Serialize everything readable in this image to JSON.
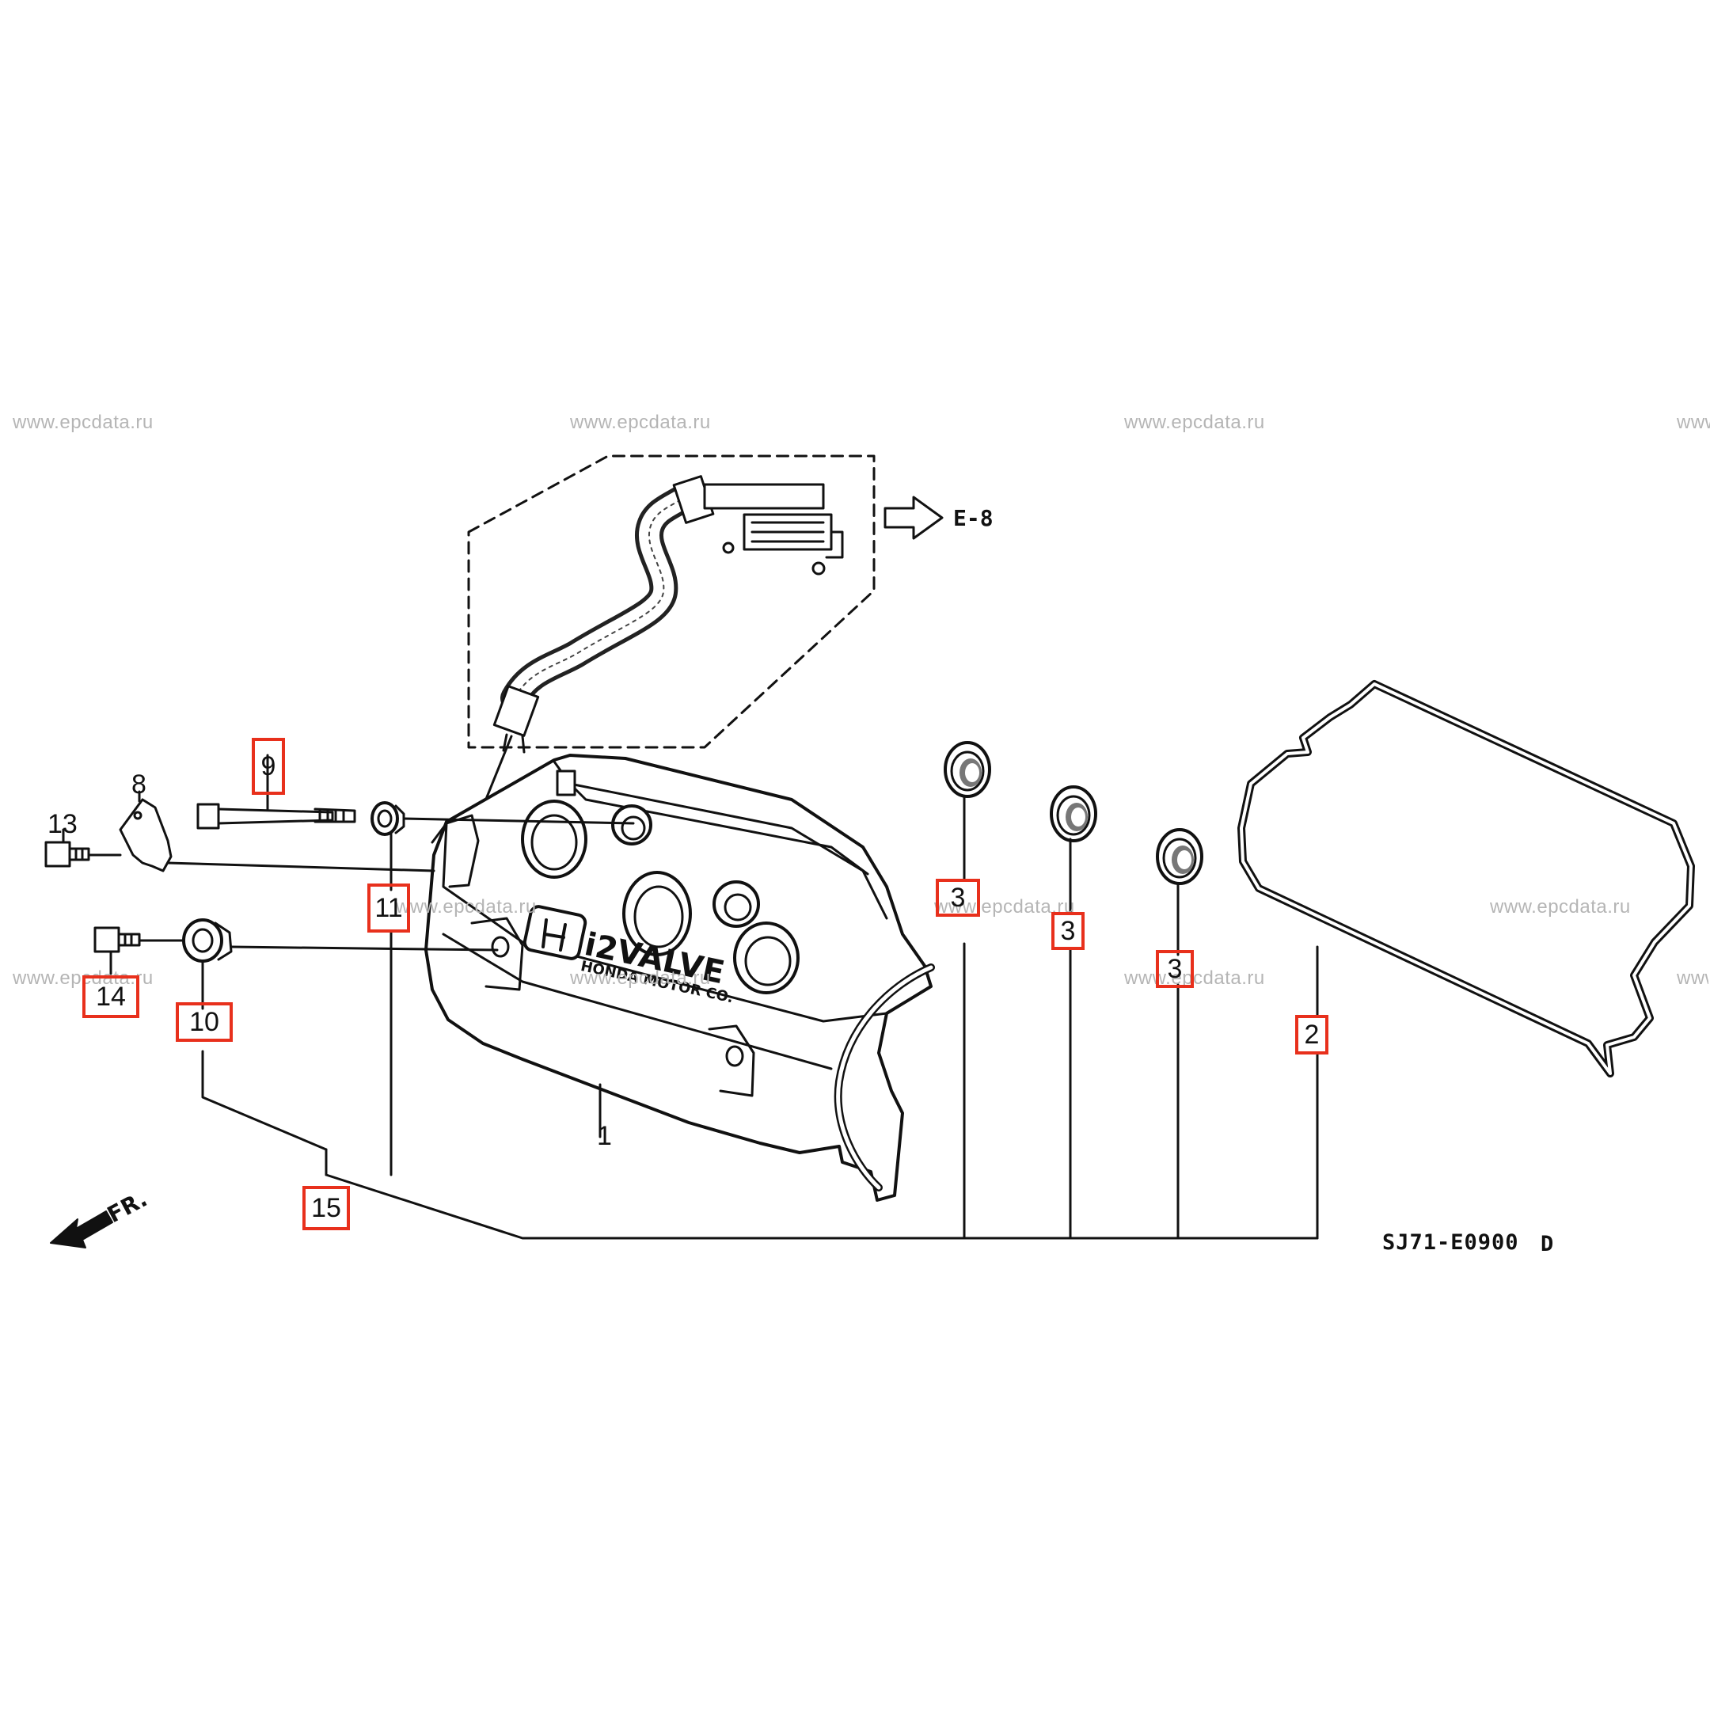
{
  "watermarks": [
    "www.epcdata.ru",
    "www.epcdata.ru",
    "www.epcdata.ru",
    "www",
    "www.epcdata.ru",
    "www.epcdata.ru",
    "www.epcdata.ru",
    "www.epcdata.ru",
    "www.epcdata.ru",
    "www.epcdata.ru",
    "www.epcdata.ru"
  ],
  "reference_arrow_label": "E-8",
  "direction_label": "FR.",
  "diagram_code": "SJ71-E0900",
  "diagram_rev": "D",
  "cover_logo_text": "i2VALVE",
  "cover_maker_text": "HONDA MOTOR CO.",
  "plain_labels": {
    "p1": "1",
    "p8": "8",
    "p13": "13"
  },
  "highlighted_labels": {
    "p2": "2",
    "p3a": "3",
    "p3b": "3",
    "p3c": "3",
    "p9": "9",
    "p10": "10",
    "p11": "11",
    "p14": "14",
    "p15": "15"
  },
  "colors": {
    "highlight": "#e8301c",
    "ink": "#111111",
    "watermark": "#b5b5b5"
  }
}
